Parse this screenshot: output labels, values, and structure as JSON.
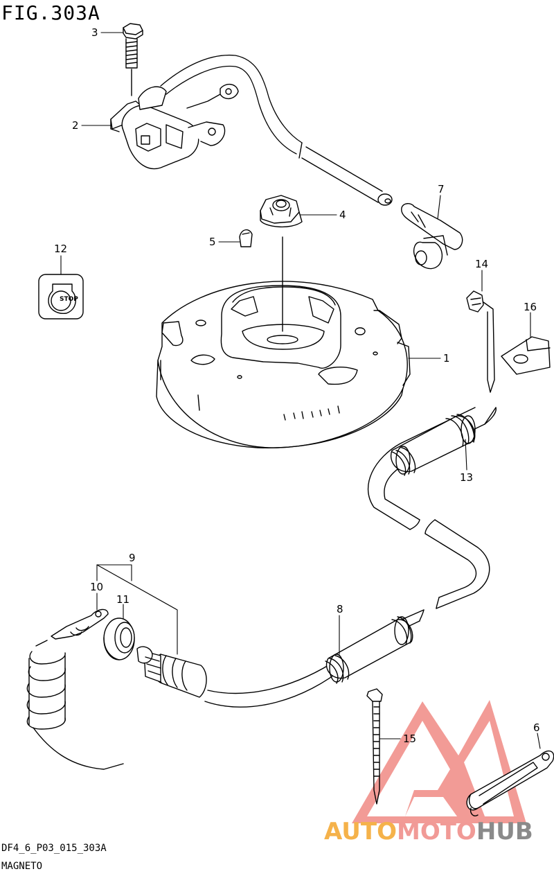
{
  "figure": {
    "title": "FIG.303A",
    "code": "DF4_6_P03_015_303A",
    "name": "MAGNETO"
  },
  "stop_switch_label": "STOP",
  "callouts": [
    "1",
    "2",
    "3",
    "4",
    "5",
    "6",
    "7",
    "8",
    "9",
    "10",
    "11",
    "12",
    "13",
    "14",
    "15",
    "16"
  ],
  "watermark": {
    "part1": "AUTO",
    "part2": "MOTO",
    "part3": "HUB",
    "colors": {
      "auto": "#f5b24a",
      "moto": "#f19a96",
      "hub": "#8a8a8a",
      "triangle": "#f08a84"
    }
  }
}
